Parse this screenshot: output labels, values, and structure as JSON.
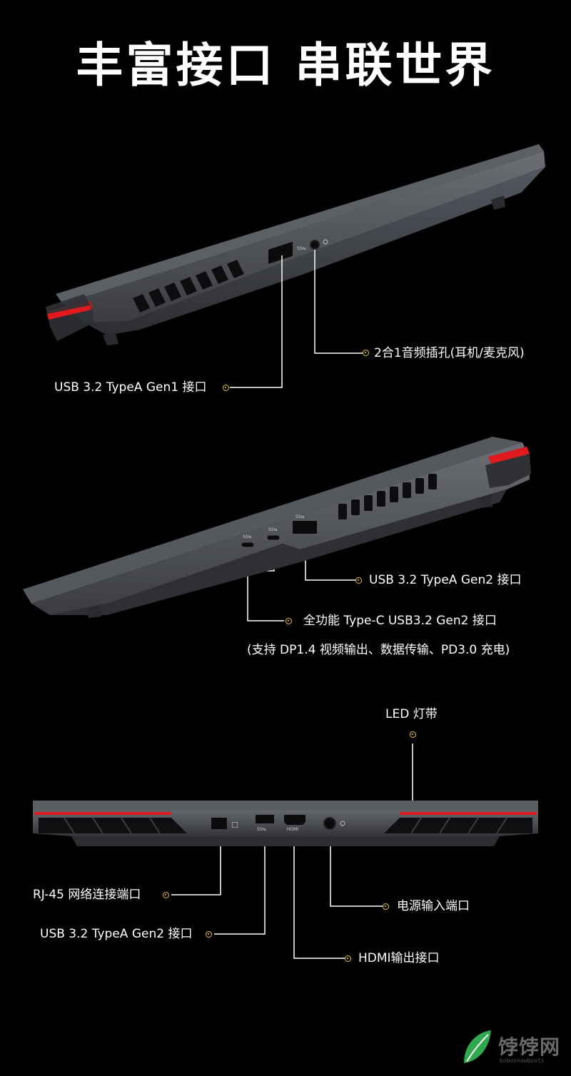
{
  "title": "丰富接口 串联世界",
  "section1": {
    "audio_label": "2合1音频插孔(耳机/麦克风)",
    "usb_label": "USB 3.2 TypeA Gen1 接口"
  },
  "section2": {
    "usb_label": "USB 3.2 TypeA Gen2 接口",
    "typec_label": "全功能 Type-C USB3.2 Gen2 接口",
    "typec_note": "(支持 DP1.4 视频输出、数据传输、PD3.0 充电)"
  },
  "section3": {
    "led_label": "LED 灯带",
    "rj45_label": "RJ-45 网络连接端口",
    "usb_label": "USB 3.2 TypeA Gen2 接口",
    "power_label": "电源输入端口",
    "hdmi_label": "HDMI输出接口"
  },
  "port_marks": {
    "usb": "SS⇆",
    "hdmi": "HDMI"
  },
  "watermark": {
    "name": "饽饽网",
    "url": "bobosnowboots"
  },
  "colors": {
    "background": "#000000",
    "accent_line": "#ffffff",
    "callout_dot": "#e8c13a",
    "led_red": "#d6151b",
    "chassis": "#4b4e53"
  }
}
